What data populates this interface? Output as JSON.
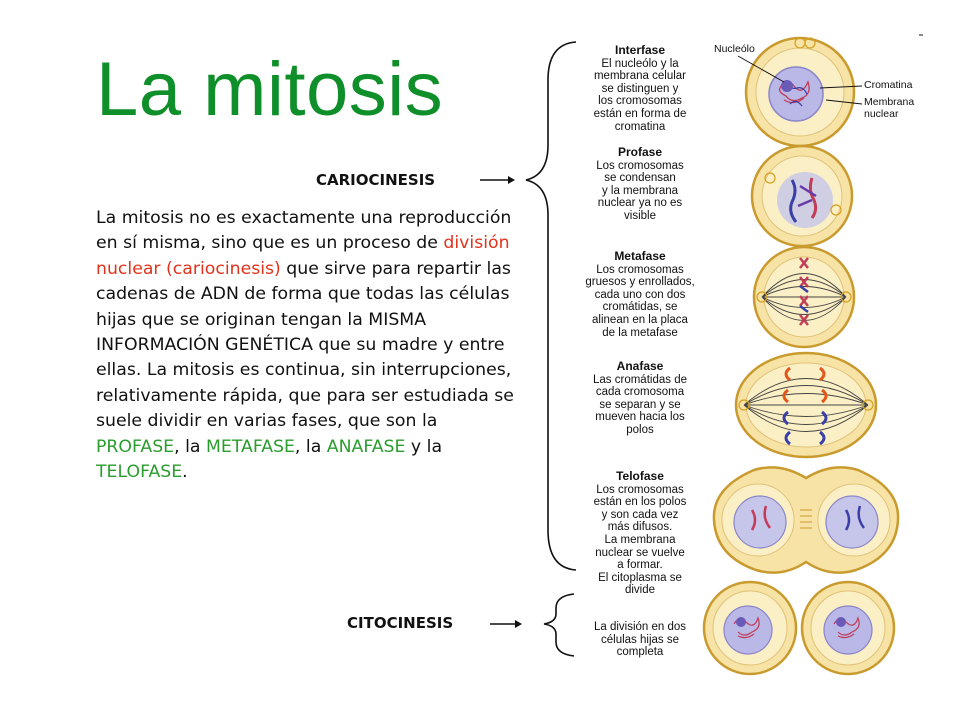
{
  "title": "La mitosis",
  "body": {
    "p1": "La mitosis no es exactamente una reproducción en sí misma, sino que es un proceso de ",
    "highlight1": "división nuclear (cariocinesis)",
    "p2": " que sirve para repartir las cadenas de ADN de forma que todas las células hijas que se originan tengan la MISMA INFORMACIÓN GENÉTICA que su madre y entre ellas. La mitosis es continua, sin interrupciones, relativamente rápida, que para ser estudiada se suele dividir en varias fases, que son la ",
    "phase1": "PROFASE",
    "sep1": ", la ",
    "phase2": "METAFASE",
    "sep2": ", la ",
    "phase3": "ANAFASE",
    "sep3": " y la ",
    "phase4": "TELOFASE",
    "end": "."
  },
  "labels": {
    "cariocinesis": "CARIOCINESIS",
    "citocinesis": "CITOCINESIS"
  },
  "phases": [
    {
      "title": "Interfase",
      "desc": "El nucleólo y la\nmembrana celular\nse distinguen y\nlos cromosomas\nestán en forma de\ncromatina"
    },
    {
      "title": "Profase",
      "desc": "Los cromosomas\nse condensan\ny la membrana\nnuclear ya no es\nvisible"
    },
    {
      "title": "Metafase",
      "desc": "Los cromosomas\ngruesos y enrollados,\ncada uno con dos\ncromátidas, se\nalinean en la placa\nde la metafase"
    },
    {
      "title": "Anafase",
      "desc": "Las cromátidas de\ncada cromosoma\nse separan y se\nmueven hacia los\npolos"
    },
    {
      "title": "Telofase",
      "desc": "Los cromosomas\nestán en los polos\ny son cada vez\nmás difusos.\nLa membrana\nnuclear se vuelve\na formar.\nEl citoplasma se\ndivide"
    },
    {
      "title": "",
      "desc": "La división en dos\ncélulas hijas se\ncompleta"
    }
  ],
  "cell_labels": {
    "nucleolo": "Nucleólo",
    "cromatina": "Cromatina",
    "membrana": "Membrana\nnuclear"
  },
  "colors": {
    "title": "#0f8f2a",
    "highlight": "#e2321b",
    "phase_names": "#2a9d2e",
    "cell_fill": "#f7e3a5",
    "cell_edge": "#c99a2e",
    "nucleus": "#b9b8e6"
  }
}
